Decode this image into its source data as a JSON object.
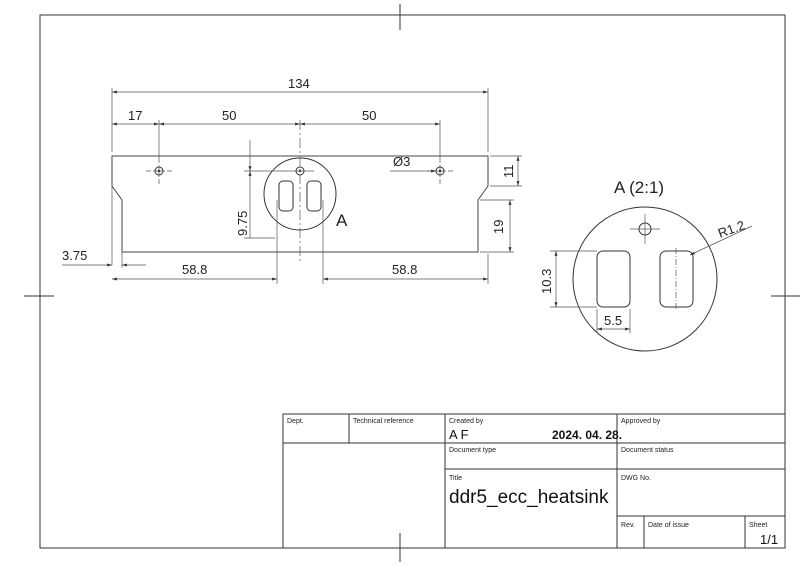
{
  "dimensions": {
    "overall_length": "134",
    "edge_offset": "17",
    "pitch_left": "50",
    "pitch_right": "50",
    "hole_diameter": "Ø3",
    "top_height": "11",
    "side_height": "19",
    "slot_height": "9.75",
    "chamfer": "3.75",
    "bottom_left": "58.8",
    "bottom_right": "58.8"
  },
  "detail": {
    "marker": "A",
    "title": "A (2:1)",
    "radius": "R1.2",
    "height": "10.3",
    "width": "5.5"
  },
  "title_block": {
    "dept_label": "Dept.",
    "tech_ref_label": "Technical reference",
    "created_by_label": "Created by",
    "created_by_value": "A F",
    "created_date": "2024. 04. 28.",
    "approved_by_label": "Approved by",
    "doc_type_label": "Document type",
    "doc_status_label": "Document status",
    "title_label": "Title",
    "title_value": "ddr5_ecc_heatsink",
    "dwg_no_label": "DWG No.",
    "rev_label": "Rev.",
    "date_issue_label": "Date of issue",
    "sheet_label": "Sheet",
    "sheet_value": "1/1"
  }
}
